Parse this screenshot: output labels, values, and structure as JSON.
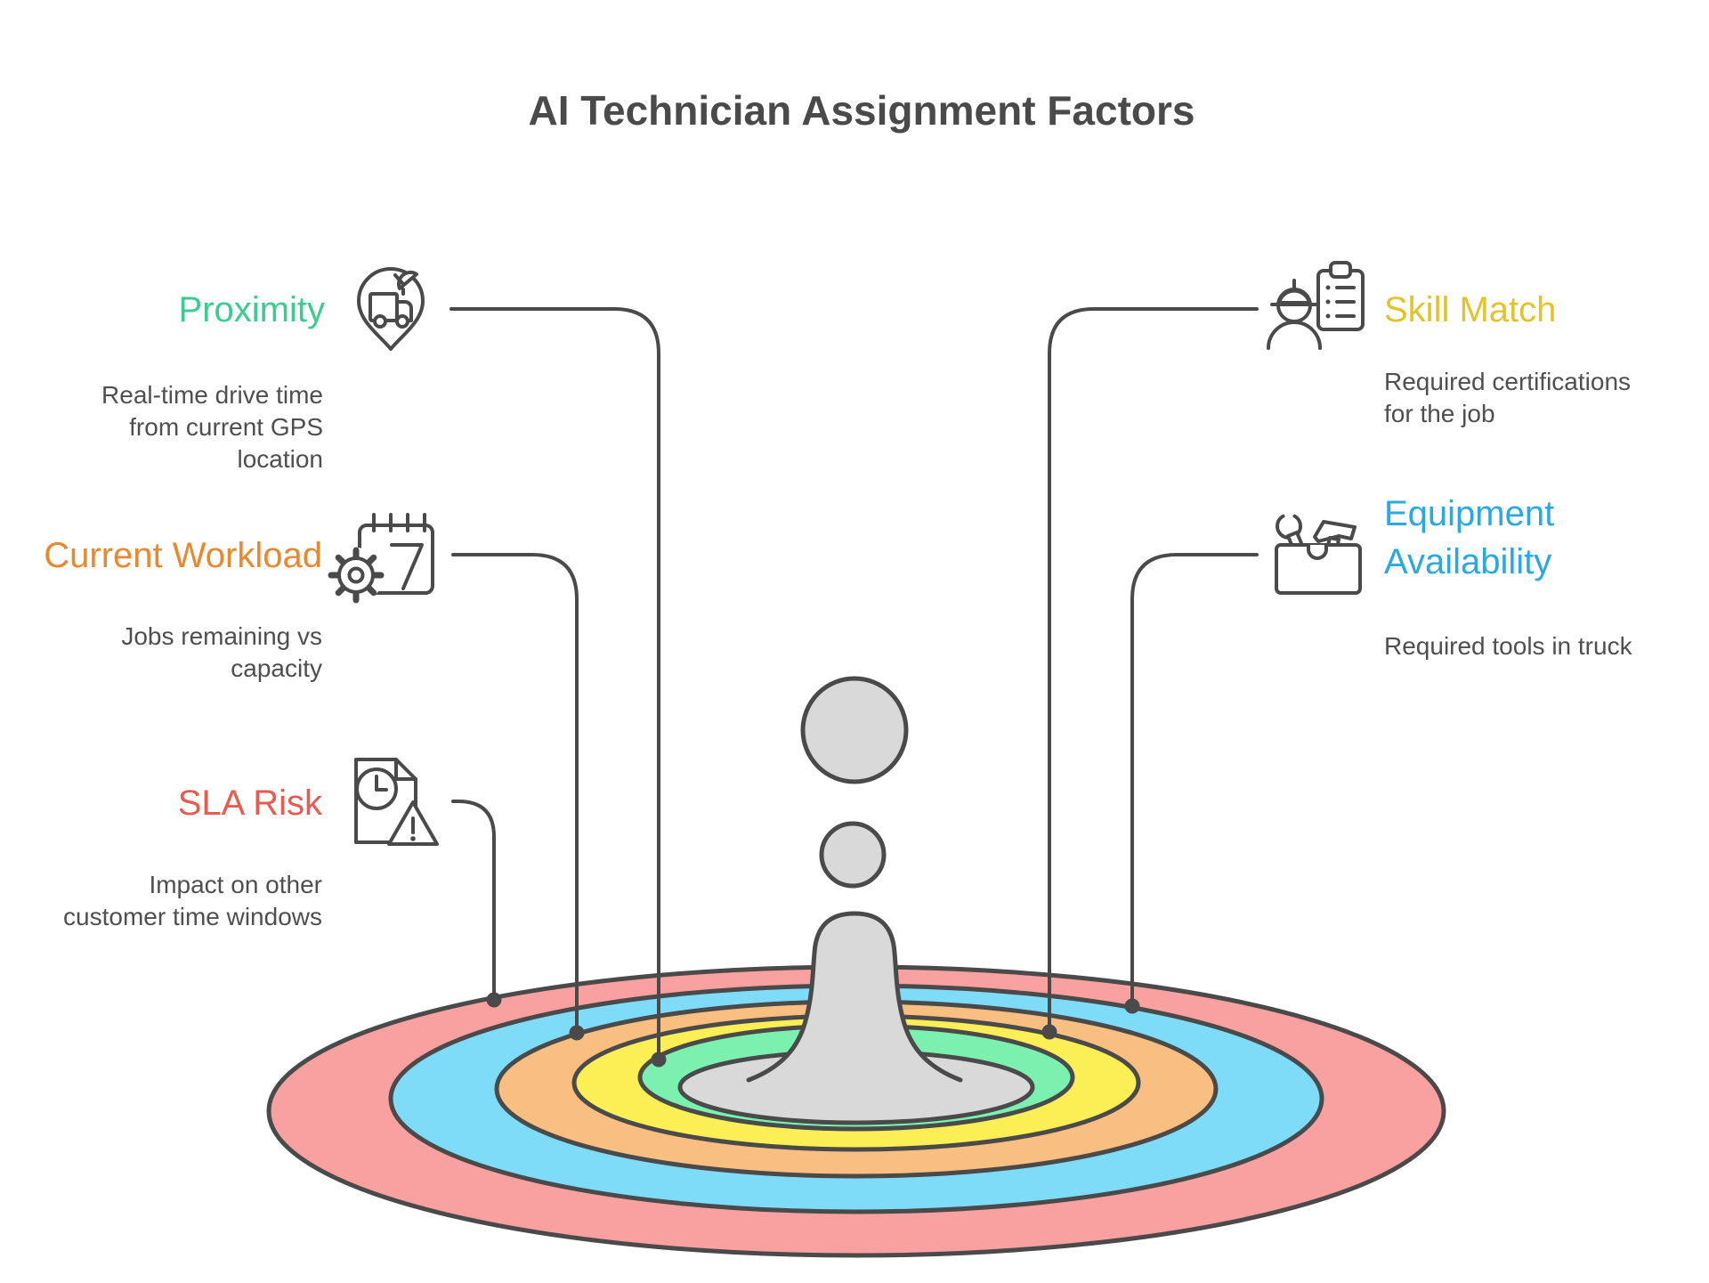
{
  "title": {
    "text": "AI Technician Assignment Factors",
    "color": "#4a4a4a"
  },
  "colors": {
    "outline": "#4A4A4A",
    "description_text": "#4F4F4F",
    "background": "#FFFFFF"
  },
  "factors": [
    {
      "id": "proximity",
      "label": "Proximity",
      "color": "#3BCC8F",
      "ring_fill": "#7BF0AF",
      "desc_lines": [
        "Real-time drive time",
        "from current GPS",
        "location"
      ],
      "icon": "truck-location-pin-icon",
      "side": "left"
    },
    {
      "id": "current-workload",
      "label": "Current Workload",
      "color": "#E8892F",
      "ring_fill": "#F9BF80",
      "desc_lines": [
        "Jobs remaining vs",
        "capacity"
      ],
      "icon": "calendar-gear-icon",
      "side": "left"
    },
    {
      "id": "sla-risk",
      "label": "SLA Risk",
      "color": "#E85B50",
      "ring_fill": "#F9A0A0",
      "desc_lines": [
        "Impact on other",
        "customer time windows"
      ],
      "icon": "document-clock-warning-icon",
      "side": "left"
    },
    {
      "id": "skill-match",
      "label": "Skill Match",
      "color": "#E3C32A",
      "ring_fill": "#FCEE55",
      "desc_lines": [
        "Required certifications",
        "for the job"
      ],
      "icon": "worker-clipboard-icon",
      "side": "right"
    },
    {
      "id": "equipment-availability",
      "label_lines": [
        "Equipment",
        "Availability"
      ],
      "color": "#2AA9E0",
      "ring_fill": "#7FDCF8",
      "desc_lines": [
        "Required tools in truck"
      ],
      "icon": "toolbox-icon",
      "side": "right"
    }
  ],
  "splash": {
    "pool_fill": "#D9D9D9",
    "droplet_fill": "#D9D9D9"
  },
  "rings_order_outer_to_inner": [
    "sla-risk",
    "equipment-availability",
    "current-workload",
    "skill-match",
    "proximity",
    "center-pool"
  ]
}
